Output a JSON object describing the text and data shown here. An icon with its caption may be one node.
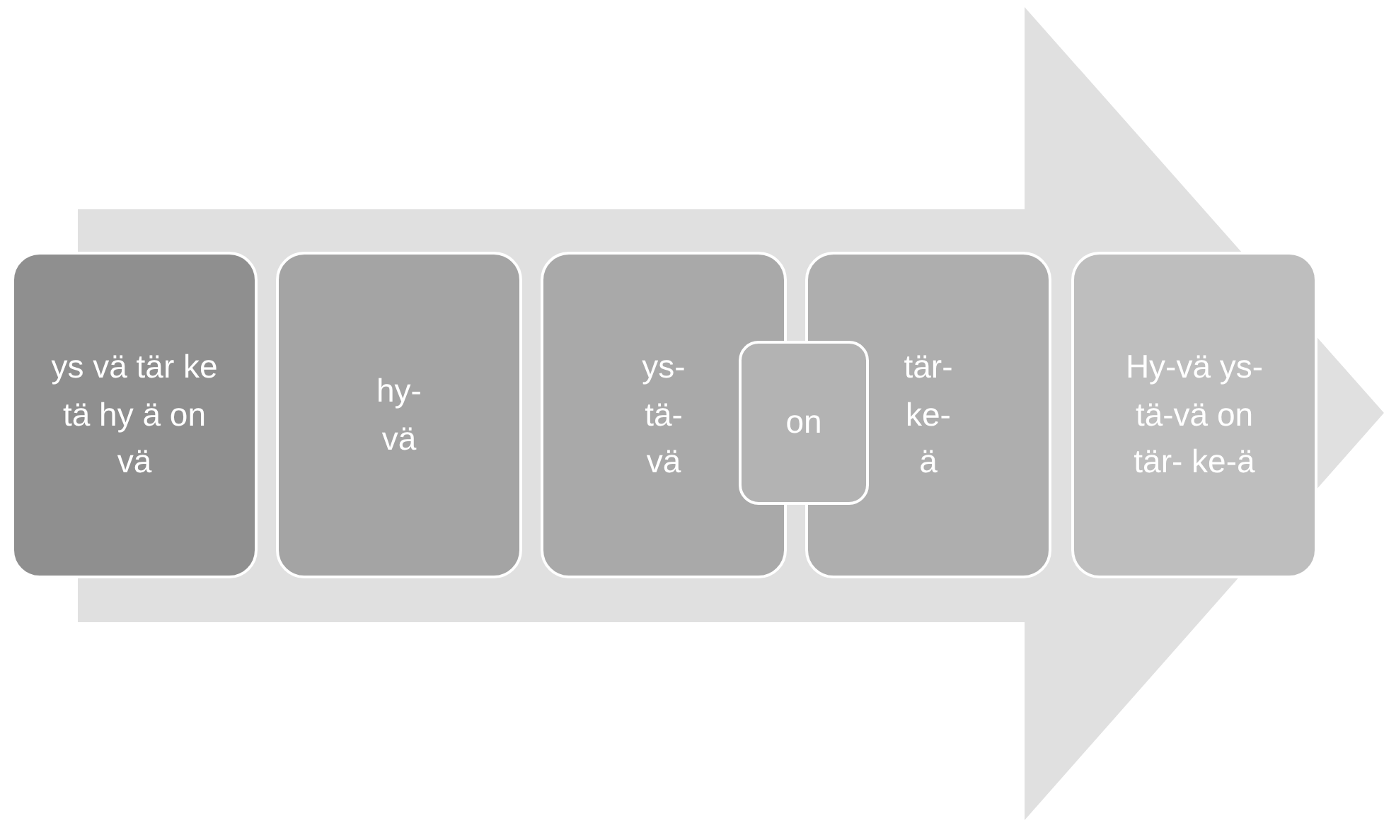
{
  "diagram": {
    "nodes": [
      {
        "text": [
          "ys vä tär ke tä hy ä on vä"
        ]
      },
      {
        "text": [
          "hy- vä"
        ]
      },
      {
        "text": [
          "ys- tä- vä"
        ]
      },
      {
        "text": [
          "on"
        ]
      },
      {
        "text": [
          "tär- ke- ä"
        ]
      },
      {
        "text": [
          "Hy-vä ys-tä-vä on tär- ke-ä"
        ]
      }
    ]
  }
}
